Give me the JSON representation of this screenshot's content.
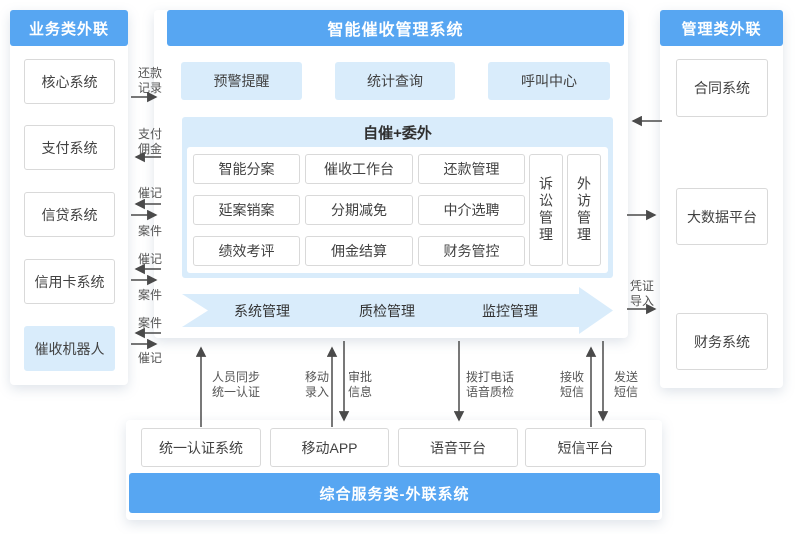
{
  "colors": {
    "blue": "#57a6f2",
    "light_blue": "#d9ecfb",
    "border": "#d9d9d9",
    "text": "#414141",
    "label": "#555555",
    "arrow": "#4a4a4a"
  },
  "left_panel": {
    "title": "业务类外联",
    "items": [
      "核心系统",
      "支付系统",
      "信贷系统",
      "信用卡系统",
      "催收机器人"
    ]
  },
  "center_panel": {
    "title": "智能催收管理系统",
    "buttons": [
      "预警提醒",
      "统计查询",
      "呼叫中心"
    ],
    "section": {
      "title": "自催+委外",
      "grid": [
        [
          "智能分案",
          "催收工作台",
          "还款管理"
        ],
        [
          "延案销案",
          "分期减免",
          "中介选聘"
        ],
        [
          "绩效考评",
          "佣金结算",
          "财务管控"
        ]
      ],
      "vertical": [
        "诉讼管理",
        "外访管理"
      ]
    },
    "band": [
      "系统管理",
      "质检管理",
      "监控管理"
    ]
  },
  "right_panel": {
    "title": "管理类外联",
    "items": [
      "合同系统",
      "大数据平台",
      "财务系统"
    ]
  },
  "bottom_panel": {
    "title": "综合服务类-外联系统",
    "items": [
      "统一认证系统",
      "移动APP",
      "语音平台",
      "短信平台"
    ]
  },
  "edge_labels": {
    "repayment_record": [
      "还款",
      "记录"
    ],
    "pay_commission": [
      "支付",
      "佣金"
    ],
    "credit_cuiji": [
      "催记"
    ],
    "credit_case": [
      "案件"
    ],
    "card_cuiji": [
      "催记"
    ],
    "card_case": [
      "案件"
    ],
    "robot_case": [
      "案件"
    ],
    "robot_cuiji": [
      "催记"
    ],
    "voucher_import": [
      "凭证",
      "导入"
    ],
    "person_sync": [
      "人员同步",
      "统一认证"
    ],
    "mobile_entry": [
      "移动",
      "录入"
    ],
    "approval_info": [
      "审批",
      "信息"
    ],
    "call_qc": [
      "拨打电话",
      "语音质检"
    ],
    "receive_sms": [
      "接收",
      "短信"
    ],
    "send_sms": [
      "发送",
      "短信"
    ]
  }
}
